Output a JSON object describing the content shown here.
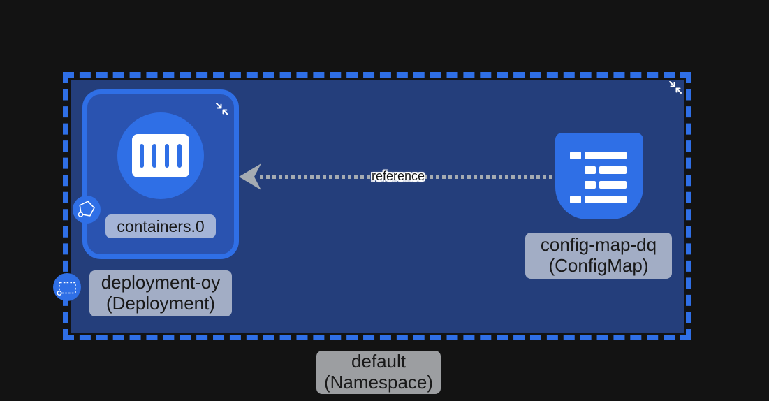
{
  "colors": {
    "bg": "#131313",
    "accent": "#2f6fe6",
    "namespace_fill": "#243e7b",
    "box_fill": "#2a53b0",
    "arrow": "#a5abb2",
    "label_bg": "rgba(228,231,235,0.66)",
    "label_text": "#191919"
  },
  "namespace": {
    "label_line1": "default",
    "label_line2": "(Namespace)",
    "collapse_icon": "collapse-arrows-icon"
  },
  "deployment": {
    "label_line1": "deployment-oy",
    "label_line2": "(Deployment)",
    "container_group_label": "containers.0",
    "collapse_icon": "collapse-arrows-icon",
    "container_icon": "container-slots-icon",
    "pod_badge_icon": "pod-pentagon-icon",
    "replicaset_badge_icon": "replicaset-dashed-rect-icon"
  },
  "configmap": {
    "label_line1": "config-map-dq",
    "label_line2": "(ConfigMap)",
    "icon": "configmap-list-icon"
  },
  "edge": {
    "label": "reference",
    "style": "dotted",
    "arrow_direction": "left-toward-deployment"
  }
}
